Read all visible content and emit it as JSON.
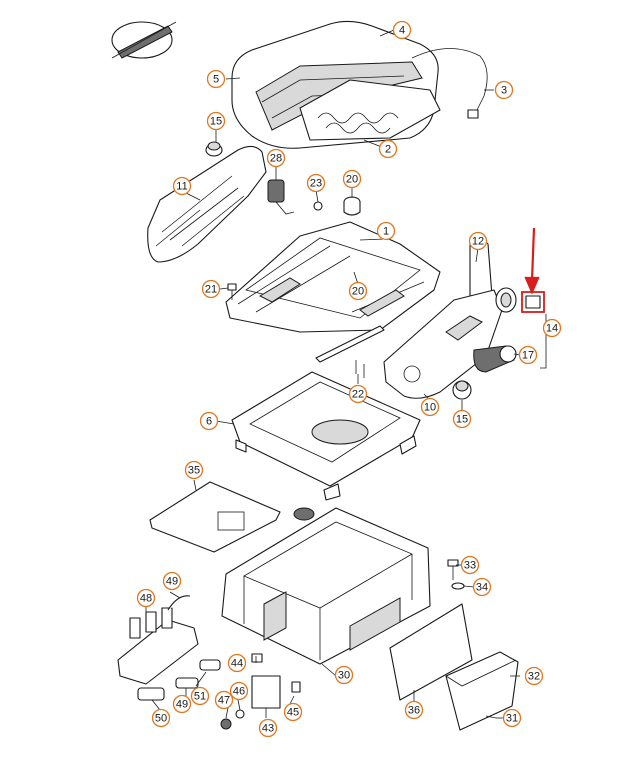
{
  "callouts": [
    {
      "label": "1"
    },
    {
      "label": "2"
    },
    {
      "label": "3"
    },
    {
      "label": "4"
    },
    {
      "label": "5"
    },
    {
      "label": "6"
    },
    {
      "label": "10"
    },
    {
      "label": "11"
    },
    {
      "label": "12"
    },
    {
      "label": "14"
    },
    {
      "label": "15"
    },
    {
      "label": "15"
    },
    {
      "label": "17"
    },
    {
      "label": "20"
    },
    {
      "label": "20"
    },
    {
      "label": "21"
    },
    {
      "label": "22"
    },
    {
      "label": "23"
    },
    {
      "label": "28"
    },
    {
      "label": "30"
    },
    {
      "label": "31"
    },
    {
      "label": "32"
    },
    {
      "label": "33"
    },
    {
      "label": "34"
    },
    {
      "label": "35"
    },
    {
      "label": "36"
    },
    {
      "label": "43"
    },
    {
      "label": "44"
    },
    {
      "label": "45"
    },
    {
      "label": "46"
    },
    {
      "label": "47"
    },
    {
      "label": "48"
    },
    {
      "label": "49"
    },
    {
      "label": "49"
    },
    {
      "label": "50"
    },
    {
      "label": "51"
    }
  ],
  "colors": {
    "callout_ring": "#e07820",
    "highlight_arrow": "#d91c1c",
    "line_art": "#1a1a1a"
  },
  "icons": {
    "corner_symbol": "hatched-oval-diagonal-icon",
    "highlight": "red-arrow-pointer-icon"
  }
}
